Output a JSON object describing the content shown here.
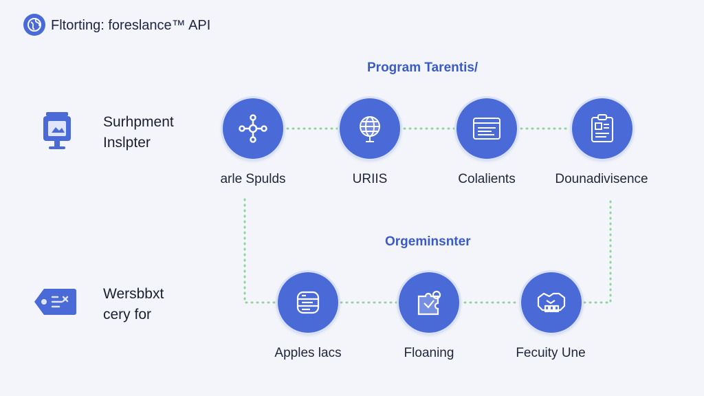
{
  "header": {
    "title": "Fltorting: foreslance™ API",
    "logo_icon": "globe-icon"
  },
  "colors": {
    "accent": "#4a6ad8",
    "connector": "#8fd49a",
    "background": "#f3f5fb"
  },
  "sections": {
    "top_title": "Program Tarentis/",
    "bottom_title": "Orgeminsnter"
  },
  "side": {
    "top": {
      "line1": "Surhpment",
      "line2": "Inslpter",
      "icon": "monitor-icon"
    },
    "bottom": {
      "line1": "Wersbbxt",
      "line2": "cery for",
      "icon": "tag-icon"
    }
  },
  "nodes_top": [
    {
      "label": "arle Spulds",
      "icon": "network-icon"
    },
    {
      "label": "URIIS",
      "icon": "globe-grid-icon"
    },
    {
      "label": "Colalients",
      "icon": "browser-window-icon"
    },
    {
      "label": "Dounadivisence",
      "icon": "clipboard-icon"
    }
  ],
  "nodes_bottom": [
    {
      "label": "Apples lacs",
      "icon": "database-icon"
    },
    {
      "label": "Floaning",
      "icon": "puzzle-icon"
    },
    {
      "label": "Fecuity Une",
      "icon": "handshake-icon"
    }
  ]
}
